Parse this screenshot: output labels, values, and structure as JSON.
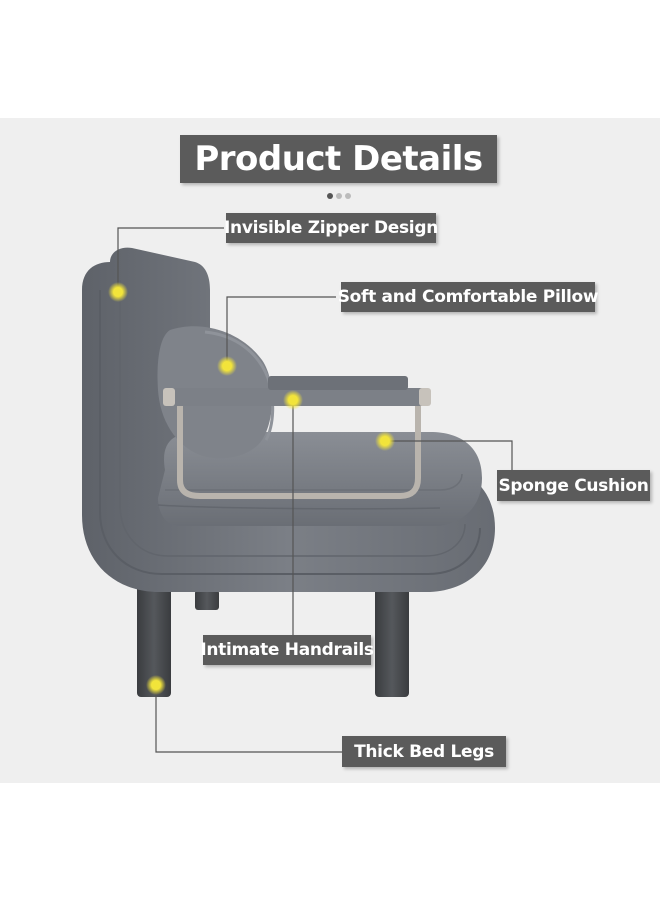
{
  "title": "Product Details",
  "carousel": {
    "count": 3,
    "active": 0
  },
  "callouts": {
    "zipper": "Invisible Zipper Design",
    "pillow": "Soft and Comfortable Pillow",
    "cushion": "Sponge Cushion",
    "handrails": "Intimate Handrails",
    "legs": "Thick Bed Legs"
  },
  "colors": {
    "label_bg": "#5b5b5b",
    "marker": "#f2e43a",
    "fabric": "#7b7f86",
    "background": "#efefef"
  }
}
